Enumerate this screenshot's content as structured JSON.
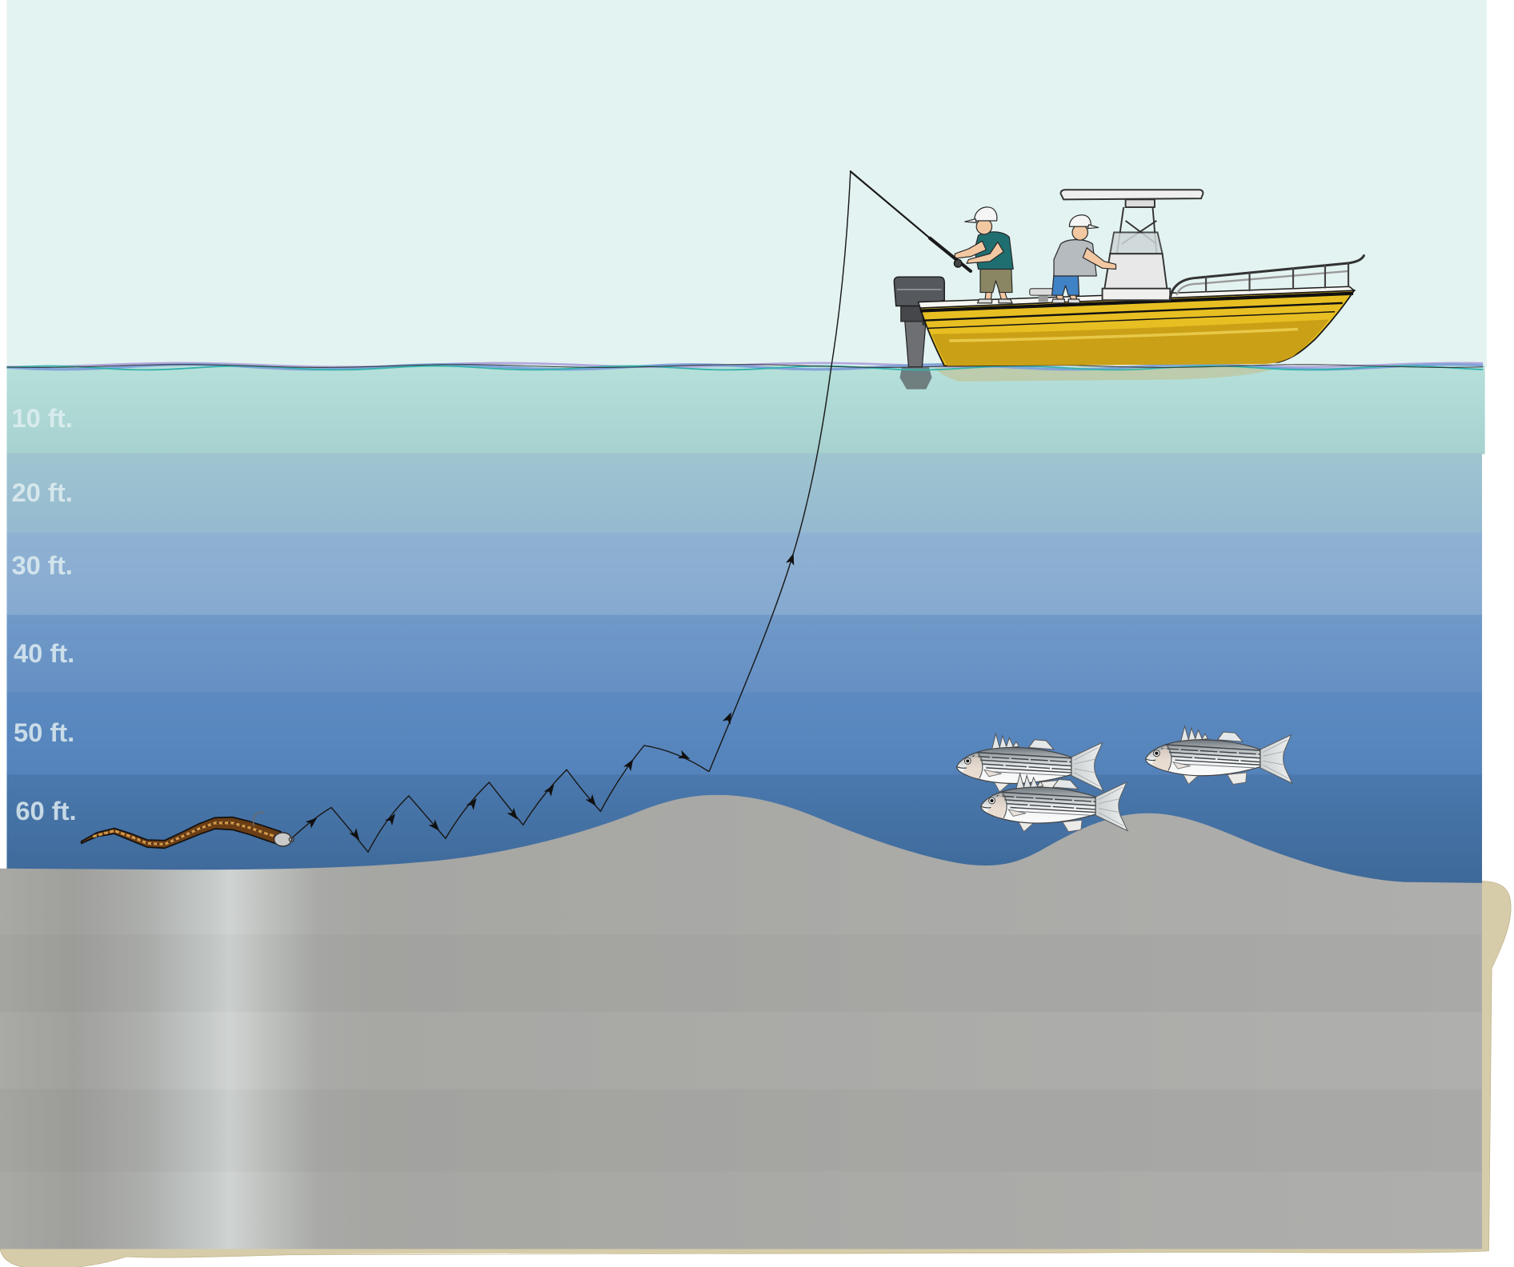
{
  "depth_labels": [
    "10 ft.",
    "20 ft.",
    "30 ft.",
    "40 ft.",
    "50 ft.",
    "60 ft."
  ],
  "colors": {
    "sky": "#e3f3f1",
    "water_surface": "#b4ded8",
    "water_deep": "#3f6a9a",
    "seabed": "#acacaa",
    "seabed_edge": "#d6cca9",
    "hull": "#e7bf22",
    "hull_lower": "#caa016",
    "angler_shirt": "#1f6f70",
    "angler_shorts": "#8a8663",
    "mate_shirt": "#b6bbc0",
    "mate_shorts": "#3f82c6",
    "lure": "#6b3e16",
    "fishing_line": "#1a1a1a"
  }
}
